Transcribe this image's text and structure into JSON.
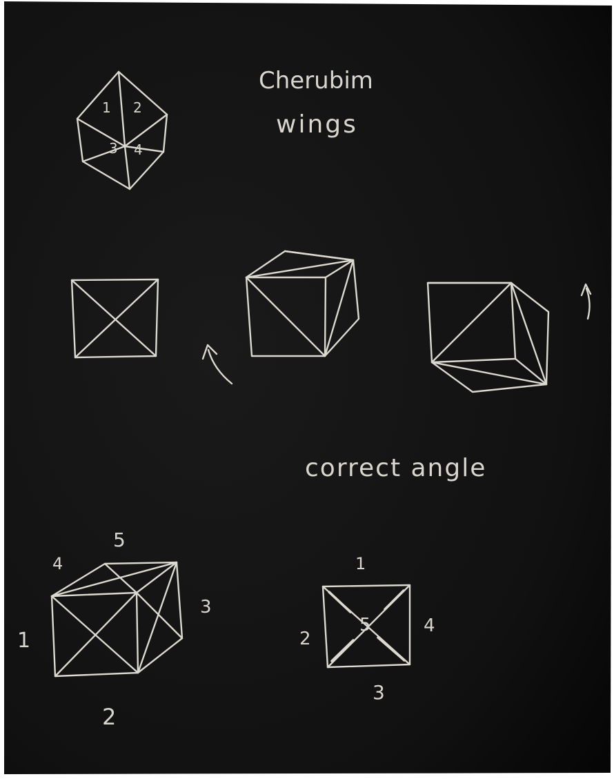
{
  "title": {
    "line1": "Cherubim",
    "line2": "wings"
  },
  "caption": "correct angle",
  "octahedron_numbers": [
    "1",
    "2",
    "3",
    "4"
  ],
  "bottom_cube_numbers": {
    "top": "5",
    "top_left": "4",
    "left": "1",
    "right": "3",
    "bottom": "2"
  },
  "bottom_square_numbers": {
    "top": "1",
    "left": "2",
    "center": "5",
    "right": "4",
    "bottom": "3"
  },
  "colors": {
    "paper": "#ffffff",
    "chalk": "#dcd9d1",
    "board_dark": "#141414"
  }
}
